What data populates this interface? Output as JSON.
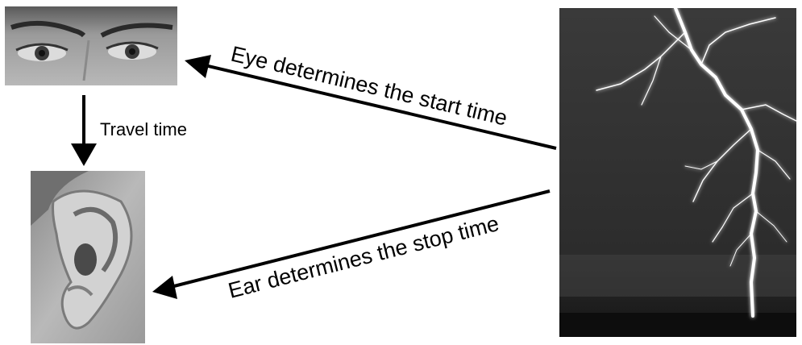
{
  "labels": {
    "travel_time": "Travel time",
    "eye_arrow": "Eye determines the start time",
    "ear_arrow": "Ear determines the stop time"
  },
  "images": {
    "eyes": "eyes-photo",
    "ear": "ear-photo",
    "lightning": "lightning-photo"
  }
}
